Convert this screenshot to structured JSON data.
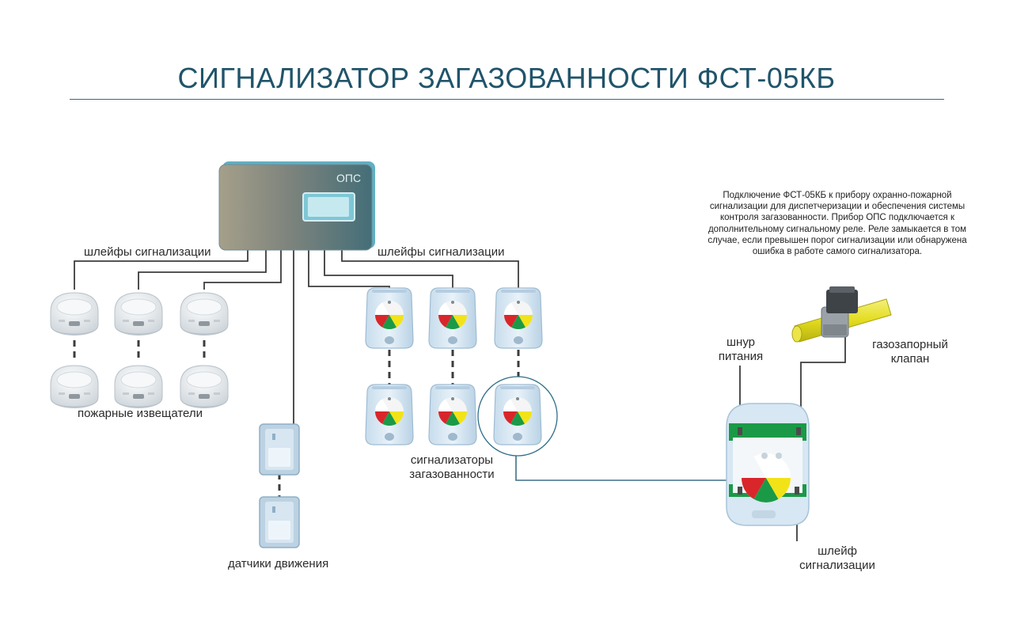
{
  "title": "СИГНАЛИЗАТОР ЗАГАЗОВАННОСТИ ФСТ-05КБ",
  "panel": {
    "label": "ОПС"
  },
  "labels": {
    "loops_left": "шлейфы сигнализации",
    "loops_right": "шлейфы сигнализации",
    "fire_detectors": "пожарные извещатели",
    "motion_sensors": "датчики движения",
    "gas_alarms_line1": "сигнализаторы",
    "gas_alarms_line2": "загазованности",
    "power_cord_line1": "шнур",
    "power_cord_line2": "питания",
    "shutoff_valve_line1": "газозапорный",
    "shutoff_valve_line2": "клапан",
    "alarm_loop_line1": "шлейф",
    "alarm_loop_line2": "сигнализации"
  },
  "description": "Подключение ФСТ-05КБ к прибору охранно-пожарной сигнализации для диспетчеризации и обеспечения системы контроля загазованности. Прибор ОПС подключается к дополнительному сигнальному реле. Реле замыкается в том случае, если превышен порог сигнализации или обнаружена ошибка в работе самого сигнализатора.",
  "colors": {
    "title": "#20546a",
    "wire": "#3c3c3c",
    "link_wire": "#3f6f86",
    "device_body": "#dbe9f4",
    "sector_red": "#d9262b",
    "sector_green": "#1a9a47",
    "sector_yellow": "#f2e318"
  }
}
